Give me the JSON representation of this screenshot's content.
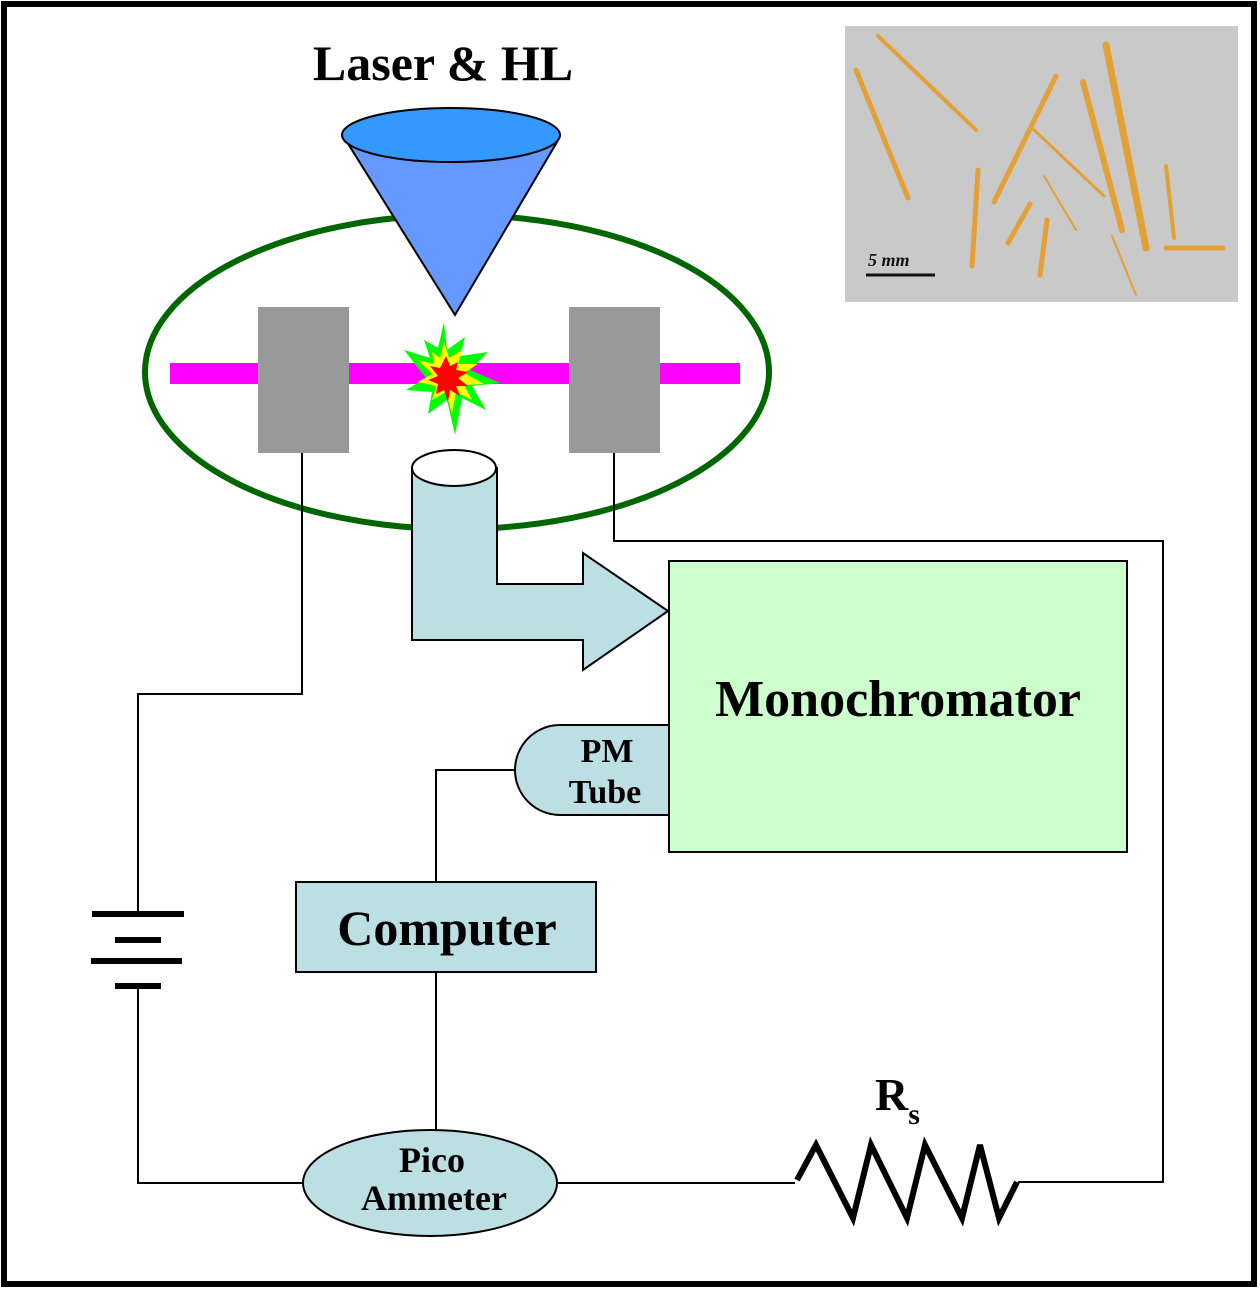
{
  "diagram": {
    "title": "Laser & HL",
    "components": {
      "light_source": "Laser & HL",
      "monochromator": "Monochromator",
      "pm_tube": [
        "PM",
        "Tube"
      ],
      "computer": "Computer",
      "ammeter": [
        "Pico",
        "Ammeter"
      ],
      "resistor": {
        "symbol": "R",
        "subscript": "s"
      }
    },
    "inset_photo": {
      "scale_bar_label": "5 mm",
      "description": "photo of orange needle-like crystals on grey background"
    },
    "colors": {
      "cone_top": "#3399ff",
      "cone_body": "#6699ff",
      "chamber_outline": "#006600",
      "sample_bar": "#ff00ff",
      "electrode": "#999999",
      "spark_outer": "#00ff00",
      "spark_mid": "#ffff00",
      "spark_inner": "#ff0000",
      "light_guide": "#bbdfe3",
      "monochromator_fill": "#ccffcc",
      "photo_bg": "#c8c8c8",
      "crystal": "#e6a030"
    }
  }
}
